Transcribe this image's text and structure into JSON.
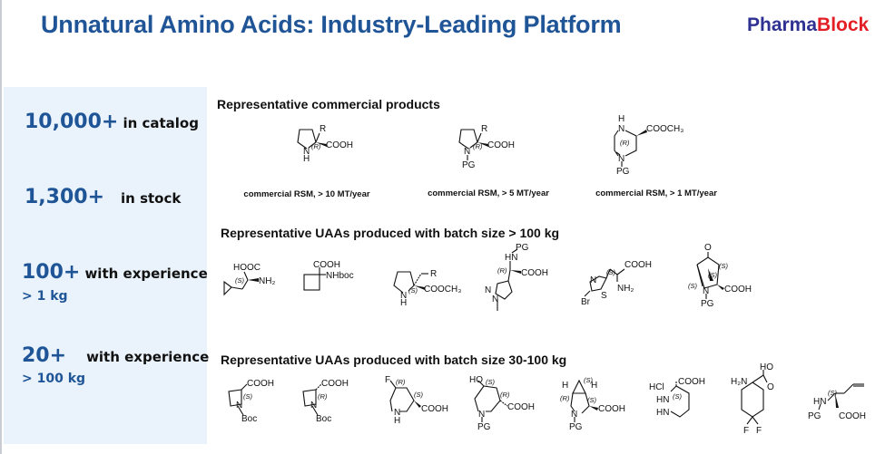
{
  "title": "Unnatural Amino Acids: Industry-Leading Platform",
  "logo": {
    "part1": "Pharma",
    "part2": "Block",
    "colors": {
      "part1": "#2e3192",
      "part2": "#e31e24"
    }
  },
  "stats": [
    {
      "number": "10,000+",
      "label": "in catalog"
    },
    {
      "number": "1,300+",
      "label": "in stock"
    },
    {
      "number": "100+",
      "label": "with experience",
      "detail": "> 1 kg"
    },
    {
      "number": "20+",
      "label": "with experience",
      "detail": "> 100 kg"
    }
  ],
  "sections": {
    "commercial": {
      "heading": "Representative commercial products",
      "captions": [
        "commercial RSM, > 10 MT/year",
        "commercial RSM, > 5 MT/year",
        "commercial RSM, > 1 MT/year"
      ]
    },
    "batch100": {
      "heading": "Representative UAAs produced with batch size > 100 kg"
    },
    "batch30": {
      "heading": "Representative UAAs produced with batch size 30-100 kg"
    }
  },
  "molecules": {
    "r1": [
      [
        "R",
        "N",
        "H",
        "(R)",
        "COOH"
      ],
      [
        "R",
        "N",
        "(R)",
        "COOH",
        "PG"
      ],
      [
        "H",
        "N",
        "(R)",
        "COOCH₃",
        "N",
        "PG"
      ]
    ],
    "r2": [
      [
        "HOOC",
        "(S)",
        "NH₂"
      ],
      [
        "COOH",
        "NHboc"
      ],
      [
        "R",
        "N",
        "H",
        "(S)",
        "COOCH₃"
      ],
      [
        "HN",
        "PG",
        "(R)",
        "COOH",
        "N",
        "N"
      ],
      [
        "COOH",
        "(S)",
        "NH₂",
        "N",
        "S",
        "Br"
      ],
      [
        "O",
        "(S)",
        "(S)",
        "(S)",
        "N",
        "COOH",
        "PG"
      ]
    ],
    "r3": [
      [
        "COOH",
        "(S)",
        "N",
        "Boc"
      ],
      [
        "COOH",
        "(R)",
        "N",
        "Boc"
      ],
      [
        "F",
        "(R)",
        "(S)",
        "N",
        "H",
        "COOH"
      ],
      [
        "HO",
        "(S)",
        "(R)",
        "N",
        "COOH",
        "PG"
      ],
      [
        "H",
        "(S)",
        "H",
        "(R)",
        "(S)",
        "N",
        "COOH",
        "PG"
      ],
      [
        "HCl",
        "COOH",
        "HN",
        "HN",
        "(S)"
      ],
      [
        "HO",
        "H₂N",
        "O",
        "F",
        "F"
      ],
      [
        "HN",
        "(S)",
        "PG",
        "COOH"
      ]
    ]
  }
}
